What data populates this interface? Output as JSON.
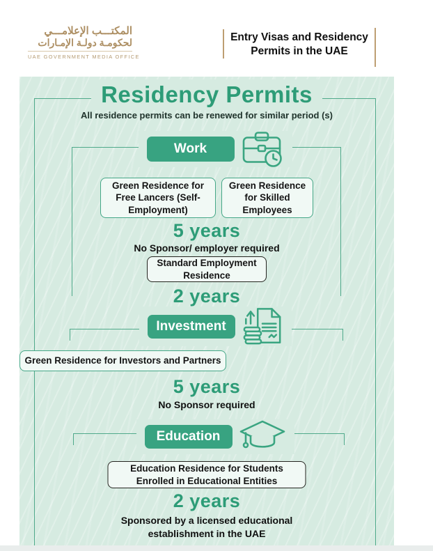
{
  "header": {
    "logo_arabic_line1": "المكتـــب الإعلامـــي",
    "logo_arabic_line2": "لحكومـة دولـة الإمـارات",
    "logo_caption": "UAE GOVERNMENT MEDIA OFFICE",
    "page_title_line1": "Entry Visas and Residency",
    "page_title_line2": "Permits in the UAE"
  },
  "infographic": {
    "title": "Residency Permits",
    "subtitle": "All residence permits can be renewed for similar period (s)"
  },
  "work": {
    "label": "Work",
    "icon": "briefcase-clock-icon",
    "box_freelancers": "Green Residence for Free Lancers (Self-Employment)",
    "box_skilled": "Green Residence for Skilled Employees",
    "duration_green": "5 years",
    "note_green": "No Sponsor/ employer required",
    "box_standard": "Standard Employment Residence",
    "duration_standard": "2 years"
  },
  "investment": {
    "label": "Investment",
    "icon": "investment-growth-document-icon",
    "box_investors": "Green Residence for Investors and Partners",
    "duration": "5 years",
    "note": "No Sponsor required"
  },
  "education": {
    "label": "Education",
    "icon": "graduation-cap-icon",
    "box_students": "Education Residence for Students Enrolled in Educational Entities",
    "duration": "2 years",
    "note": "Sponsored by a licensed educational establishment in the UAE"
  },
  "colors": {
    "accent_green": "#38a381",
    "line_green": "#4fa98a",
    "mint_background": "#d6ebe1",
    "gold": "#b4976c",
    "box_border_dark": "#24241f",
    "text_dark": "#141414"
  }
}
